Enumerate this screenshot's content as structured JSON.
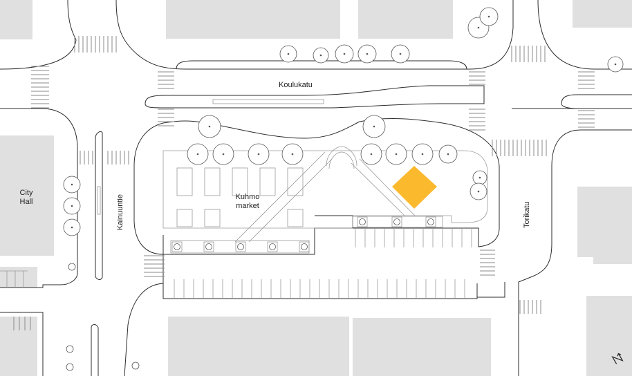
{
  "streets": {
    "koulukatu": "Koulukatu",
    "kainuuntie": "Kainuuntie",
    "torikatu": "Torikatu"
  },
  "places": {
    "city_hall_line1": "City",
    "city_hall_line2": "Hall",
    "market_line1": "Kuhmo",
    "market_line2": "market"
  },
  "colors": {
    "highlight": "#fbb92e",
    "building": "#e0e0e0",
    "curb": "#2b2b2b"
  },
  "icons": {
    "north_arrow": "north-arrow-icon"
  }
}
